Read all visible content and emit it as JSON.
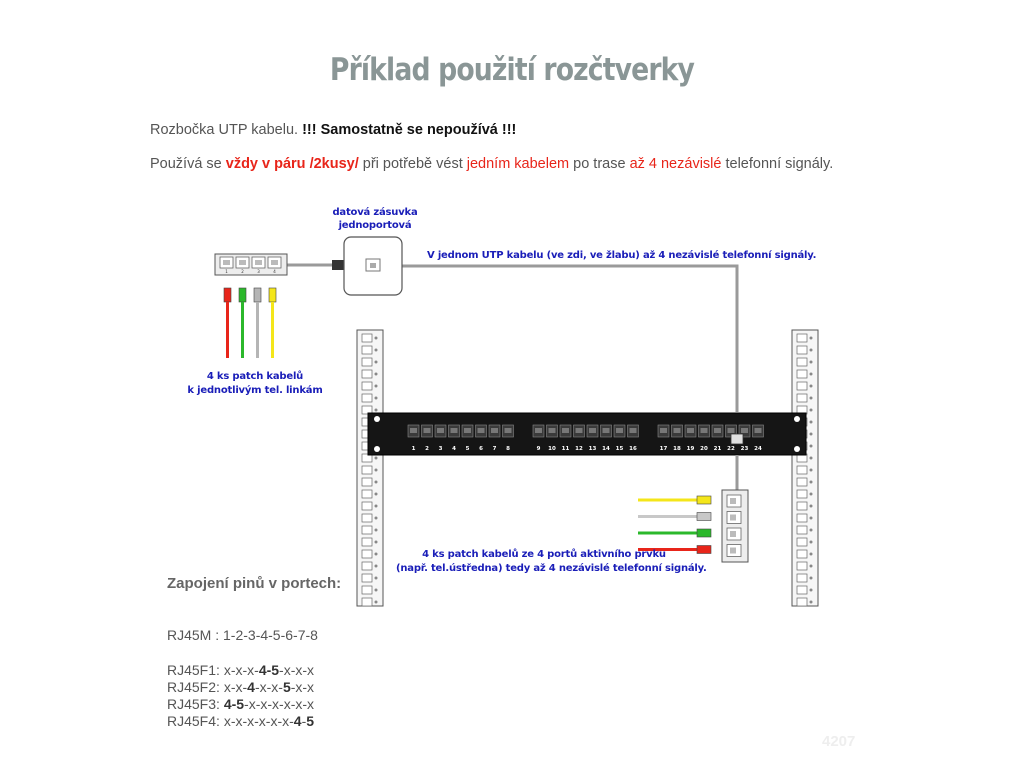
{
  "title": "Příklad použití rozčtverky",
  "intro": {
    "line1_a": "Rozbočka UTP kabelu. ",
    "line1_b": "!!! Samostatně se nepoužívá !!!",
    "line2": {
      "t1": "Používá se ",
      "t2": "vždy v páru  /2kusy/",
      "t3": " při potřebě vést ",
      "t4": "jedním kabelem",
      "t5": " po trase ",
      "t6": "až 4 nezávislé",
      "t7": " telefonní signály."
    }
  },
  "diagram": {
    "socket_label_1": "datová zásuvka",
    "socket_label_2": "jednoportová",
    "cable_label": "V jednom UTP kabelu (ve zdi, ve žlabu) až 4 nezávislé telefonní signály.",
    "left_patch_label_1": "4 ks patch kabelů",
    "left_patch_label_2": "k jednotlivým tel. linkám",
    "right_patch_label_1": "4 ks patch kabelů ze 4 portů aktivního prvku",
    "right_patch_label_2": "(např. tel.ústředna) tedy až 4 nezávislé telefonní signály.",
    "splitter_port_labels": [
      "1",
      "2",
      "3",
      "4"
    ],
    "patch_panel_ports": [
      "1",
      "2",
      "3",
      "4",
      "5",
      "6",
      "7",
      "8",
      "9",
      "10",
      "11",
      "12",
      "13",
      "14",
      "15",
      "16",
      "17",
      "18",
      "19",
      "20",
      "21",
      "22",
      "23",
      "24"
    ],
    "patch_cable_colors_left": [
      "#e8251a",
      "#2bb82b",
      "#b5b5b5",
      "#f4e61a"
    ],
    "patch_cable_colors_right": [
      "#f4e61a",
      "#c8c8c8",
      "#2bb82b",
      "#e8251a"
    ]
  },
  "pins": {
    "title": "Zapojení pinů v portech:",
    "rj45m": "RJ45M : 1-2-3-4-5-6-7-8",
    "rows": [
      {
        "label": "RJ45F1: ",
        "pre": "x-x-x-",
        "bold": "4-5",
        "post": "-x-x-x"
      },
      {
        "label": "RJ45F2: ",
        "pre": "x-x-",
        "bold": "4",
        "mid": "-x-x-",
        "bold2": "5",
        "post": "-x-x"
      },
      {
        "label": "RJ45F3: ",
        "pre": "",
        "bold": "4-5",
        "post": "-x-x-x-x-x-x"
      },
      {
        "label": "RJ45F4: ",
        "pre": "x-x-x-x-x-x-",
        "bold": "4",
        "mid": "-",
        "bold2": "5",
        "post": ""
      }
    ]
  },
  "page_number": "4207"
}
